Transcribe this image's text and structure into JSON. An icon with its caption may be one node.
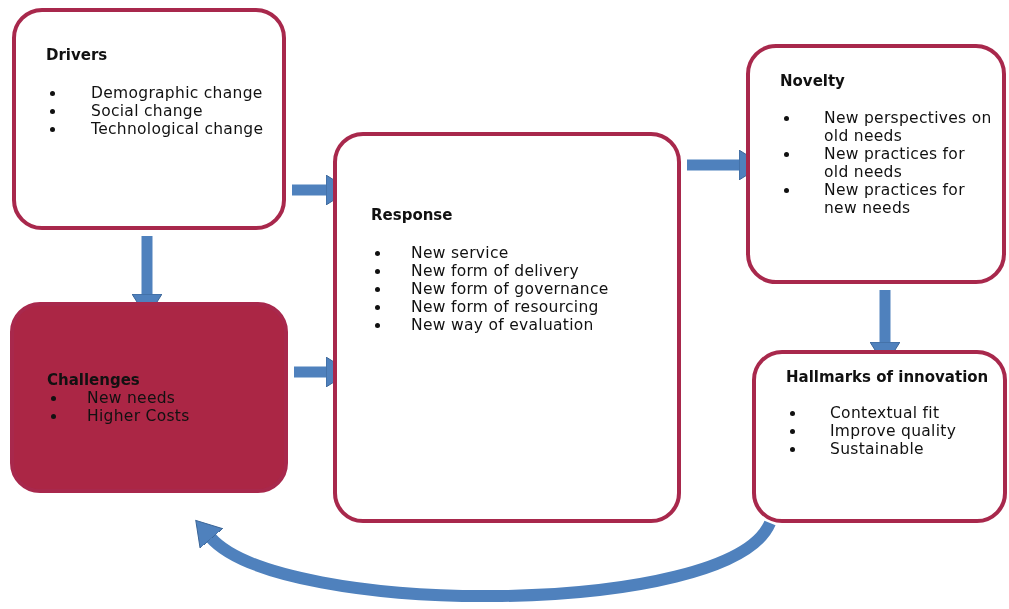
{
  "diagram": {
    "nodes": [
      {
        "text": [
          "Drivers",
          "Demographic change",
          "Social change",
          "Technological change"
        ]
      },
      {
        "text": [
          "Challenges",
          "New needs",
          "Higher Costs"
        ]
      },
      {
        "text": [
          "Response",
          "New service",
          "New form of delivery",
          "New form of governance",
          "New form of resourcing",
          "New way of evaluation"
        ]
      },
      {
        "text": [
          "Novelty",
          "New perspectives on old needs",
          "New practices for old needs",
          "New practices for new needs"
        ]
      },
      {
        "text": [
          "Hallmarks of innovation",
          "Contextual fit",
          "Improve quality",
          "Sustainable"
        ]
      }
    ],
    "edges": [
      {
        "from": 0,
        "to": 1,
        "arrow": "to"
      },
      {
        "from": 0,
        "to": 2,
        "arrow": "to"
      },
      {
        "from": 1,
        "to": 2,
        "arrow": "to"
      },
      {
        "from": 2,
        "to": 3,
        "arrow": "to"
      },
      {
        "from": 3,
        "to": 4,
        "arrow": "to"
      },
      {
        "from": 4,
        "to": 1,
        "arrow": "to"
      }
    ]
  }
}
